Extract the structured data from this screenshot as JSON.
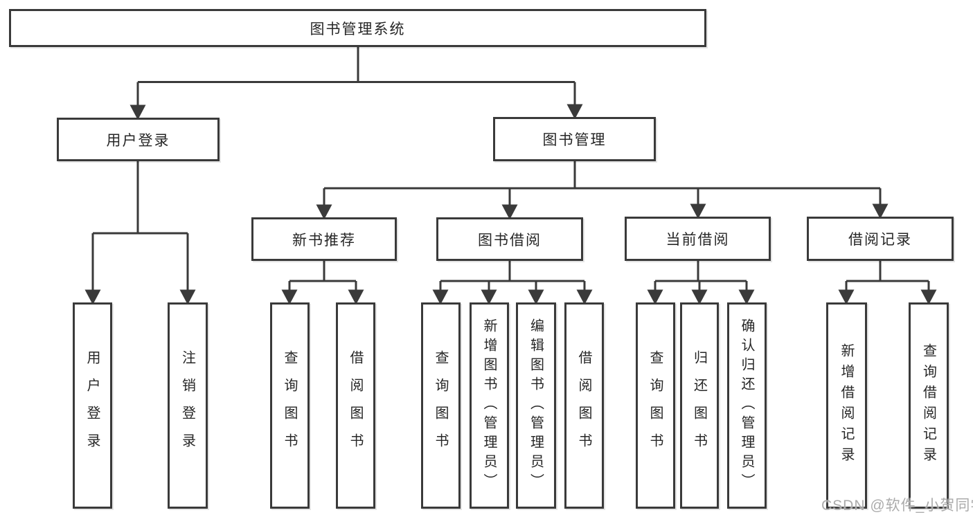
{
  "diagram": {
    "root": "图书管理系统",
    "level2": {
      "user_login": "用户登录",
      "book_management": "图书管理"
    },
    "level3": {
      "new_book_recommend": "新书推荐",
      "book_borrow": "图书借阅",
      "current_borrow": "当前借阅",
      "borrow_records": "借阅记录"
    },
    "level4": {
      "user_login": "用户登录",
      "logout_login": "注销登录",
      "nb_query_books": "查询图书",
      "nb_borrow_books": "借阅图书",
      "bb_query_books": "查询图书",
      "bb_add_books_admin": "新增图书（管理员）",
      "bb_edit_books_admin": "编辑图书（管理员）",
      "bb_borrow_books": "借阅图书",
      "cb_query_books": "查询图书",
      "cb_return_books": "归还图书",
      "cb_confirm_return_admin": "确认归还（管理员）",
      "br_add_record": "新增借阅记录",
      "br_query_record": "查询借阅记录"
    },
    "watermark": "CSDN @软件_小贺同学",
    "colors": {
      "line": "#3a3a3a",
      "text": "#262626",
      "watermark": "#ababab",
      "background": "#ffffff"
    }
  }
}
